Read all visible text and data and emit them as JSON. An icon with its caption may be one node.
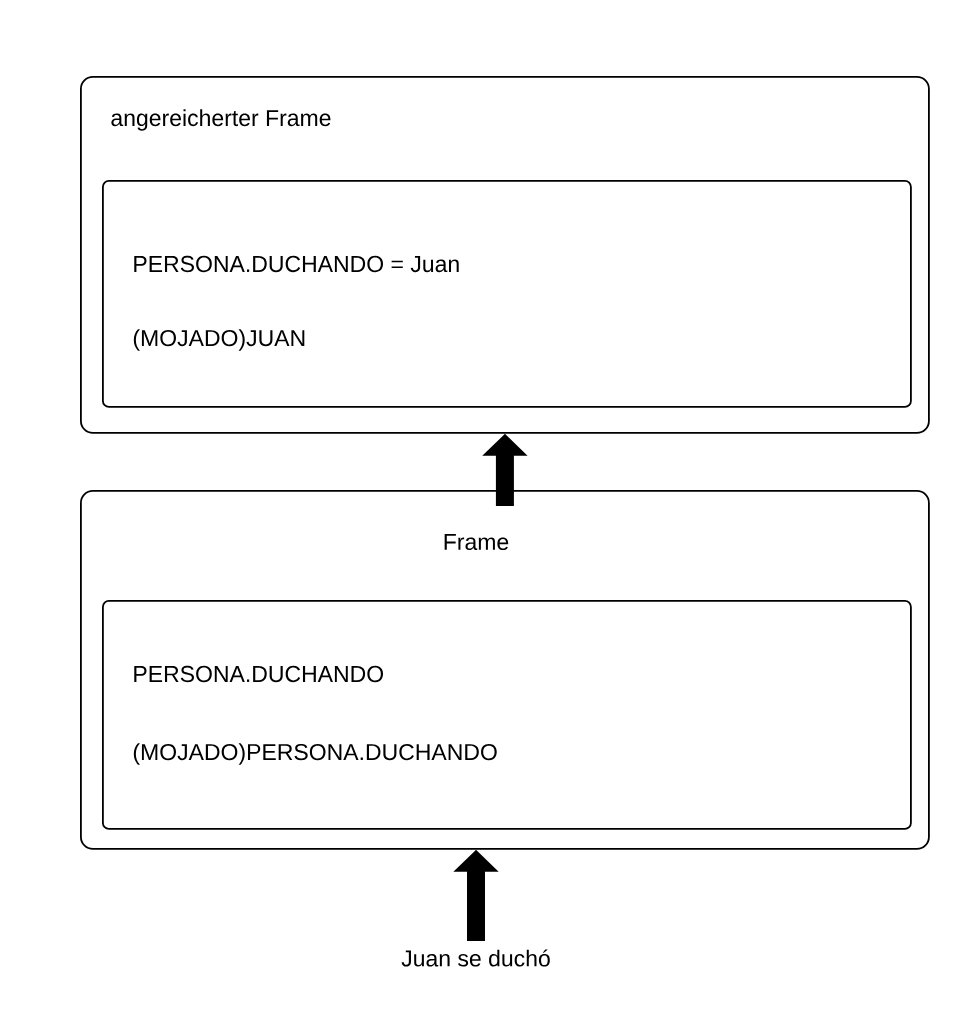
{
  "diagram": {
    "nodes": [
      {
        "text": [
          "angereicherter Frame"
        ]
      },
      {
        "text": [
          "PERSONA.DUCHANDO = Juan",
          "(MOJADO)JUAN"
        ],
        "in": 0
      },
      {
        "text": [
          "Frame"
        ]
      },
      {
        "text": [
          "PERSONA.DUCHANDO",
          "(MOJADO)PERSONA.DUCHANDO"
        ],
        "in": 2
      },
      {
        "text": [
          "Juan se duchó"
        ]
      }
    ],
    "edges": [
      {
        "from": 4,
        "to": 2,
        "arrow": "to"
      },
      {
        "from": 2,
        "to": 0,
        "arrow": "to"
      }
    ]
  }
}
